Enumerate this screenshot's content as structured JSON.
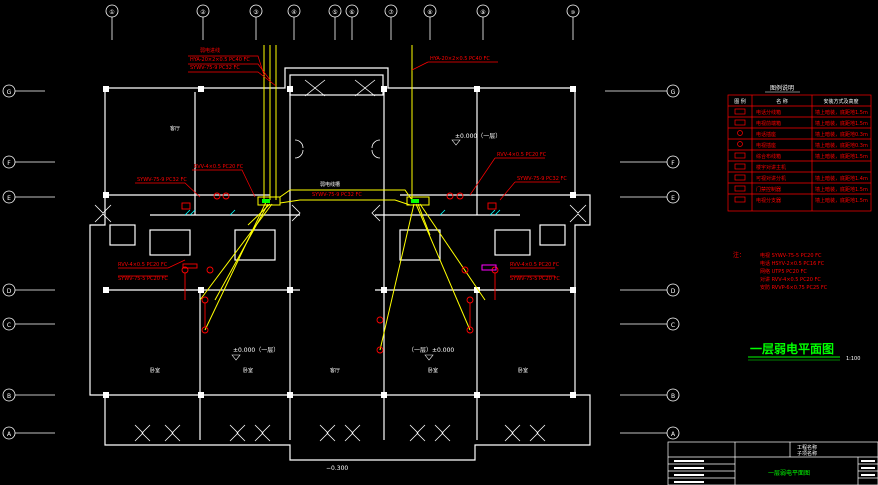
{
  "grid": {
    "top_labels": [
      "①",
      "②",
      "③",
      "④",
      "⑤",
      "⑥",
      "⑦",
      "⑧",
      "⑨",
      "⑩"
    ],
    "left_labels": [
      "G",
      "F",
      "E",
      "D",
      "C",
      "B",
      "A"
    ],
    "right_labels": [
      "G",
      "F",
      "E",
      "D",
      "C",
      "B",
      "A"
    ]
  },
  "elevations": {
    "upper": "±0.000（一层）",
    "left_room": "±0.000（一层）",
    "right_room": "（一层）±0.000",
    "bottom": "−0.300"
  },
  "drawing_title": "一层弱电平面图",
  "scale": "1:100",
  "legend": {
    "title": "图例说明",
    "headers": [
      "图 例",
      "名 称",
      "安装方式及高度"
    ],
    "rows": [
      {
        "name": "电话分线箱",
        "mount": "墙上暗装，底距地1.5m"
      },
      {
        "name": "电视前端箱",
        "mount": "墙上暗装，底距地1.5m"
      },
      {
        "name": "电话插座",
        "mount": "墙上暗装，底距地0.3m"
      },
      {
        "name": "电视插座",
        "mount": "墙上暗装，底距地0.3m"
      },
      {
        "name": "综合布线箱",
        "mount": "墙上暗装，底距地1.5m"
      },
      {
        "name": "楼宇对讲主机",
        "mount": ""
      },
      {
        "name": "可视对讲分机",
        "mount": "墙上暗装，底距地1.4m"
      },
      {
        "name": "门禁控制器",
        "mount": "墙上暗装，底距地1.5m"
      },
      {
        "name": "电视分支器",
        "mount": "墙上暗装，底距地1.5m"
      }
    ]
  },
  "notes": {
    "label": "注：",
    "items": [
      "电视 SYWV-75-5 PC20 FC",
      "电话 HSYV-2×0.5 PC16 FC",
      "网络 UTP5 PC20 FC",
      "对讲 RVV-4×0.5 PC20 FC",
      "安防 RVVP-6×0.75 PC25 FC"
    ]
  },
  "callouts": {
    "top_left_1": "弱电进线",
    "top_left_2": "HYA-20×2×0.5 PC40 FC",
    "top_left_3": "SYWV-75-9 PC32 FC",
    "top_right_1": "HYA-20×2×0.5 PC40 FC",
    "mid_left_1": "SYWV-75-9 PC32 FC",
    "mid_left_2": "RVV-4×0.5 PC20 FC",
    "mid_center_1": "弱电线槽",
    "mid_center_2": "SYWV-75-9 PC32 FC",
    "mid_right_1": "RVV-4×0.5 PC20 FC",
    "mid_right_2": "SYWV-75-9 PC32 FC",
    "low_left_1": "RVV-4×0.5 PC20 FC",
    "low_left_2": "SYWV-75-5 PC20 FC",
    "low_right_1": "RVV-4×0.5 PC20 FC",
    "low_right_2": "SYWV-75-5 PC20 FC"
  },
  "rooms": {
    "upper_left": "客厅",
    "lower_1": "卧室",
    "lower_2": "卧室",
    "lower_3": "客厅",
    "lower_4": "卧室",
    "lower_5": "卧室"
  },
  "title_block": {
    "project_1": "工程名称",
    "project_2": "子项名称",
    "drawing": "一层弱电平面图"
  },
  "colors": {
    "wall": "#ffffff",
    "grid_line": "#ffffff",
    "cable_yellow": "#ffff00",
    "callout_red": "#ff0000",
    "title_green": "#00ff00",
    "cyan": "#00ffff",
    "magenta": "#ff00ff"
  }
}
